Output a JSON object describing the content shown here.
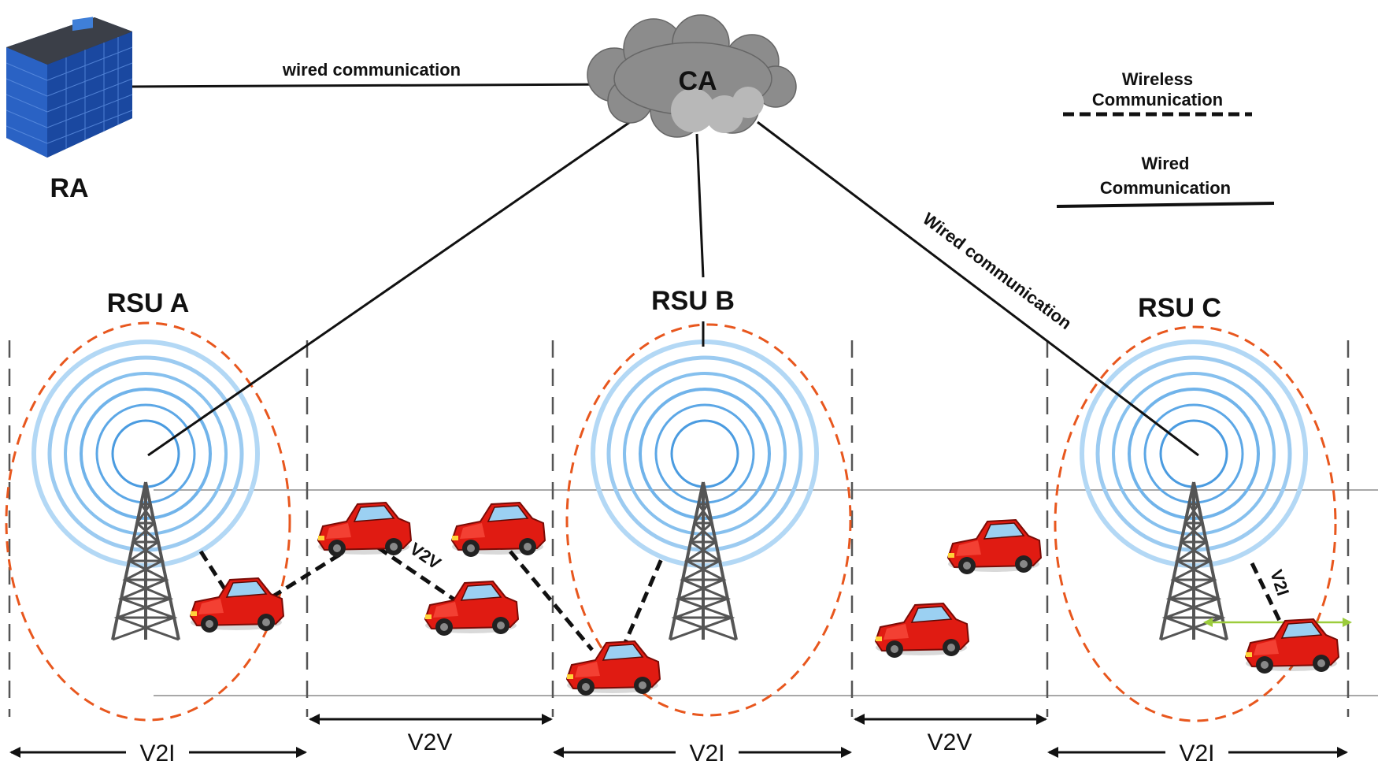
{
  "nodes": {
    "ra": "RA",
    "ca": "CA",
    "rsu_a": "RSU A",
    "rsu_b": "RSU B",
    "rsu_c": "RSU C"
  },
  "links": {
    "ra_ca": "wired communication",
    "ca_rsu_c": "Wired communication",
    "v2v_between_cars": "V2V",
    "v2i_rsu_c": "V2I"
  },
  "legend": {
    "wireless_line1": "Wireless",
    "wireless_line2": "Communication",
    "wired_line1": "Wired",
    "wired_line2": "Communication"
  },
  "zones": [
    "V2I",
    "V2V",
    "V2I",
    "V2V",
    "V2I"
  ],
  "colors": {
    "coverage": "#e8571e",
    "signal": "#8ec3ea",
    "car_body": "#e01b12",
    "tower": "#555555",
    "road": "#a8a8a8",
    "building": "#1e4fa0",
    "cloud": "#8f8f8f",
    "speed_arrow": "#9ccc3c"
  }
}
